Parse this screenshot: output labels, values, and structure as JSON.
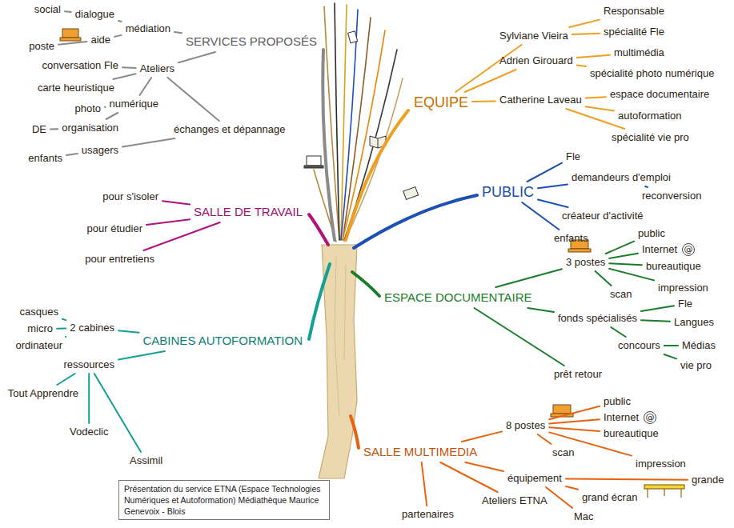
{
  "diagram": {
    "caption": "Présentation du service ETNA (Espace Technologies Numériques et Autoformation) Médiathèque Maurice Genevoix - Blois",
    "nodes": [
      {
        "text": [
          "SERVICES PROPOSÉS"
        ]
      },
      {
        "text": [
          "médiation"
        ]
      },
      {
        "text": [
          "dialogue"
        ]
      },
      {
        "text": [
          "social"
        ]
      },
      {
        "text": [
          "aide"
        ]
      },
      {
        "text": [
          "poste"
        ]
      },
      {
        "text": [
          "Ateliers"
        ]
      },
      {
        "text": [
          "conversation Fle"
        ]
      },
      {
        "text": [
          "carte heuristique"
        ]
      },
      {
        "text": [
          "numérique"
        ]
      },
      {
        "text": [
          "photo"
        ]
      },
      {
        "text": [
          "organisation"
        ]
      },
      {
        "text": [
          "DE"
        ]
      },
      {
        "text": [
          "échanges et dépannage"
        ]
      },
      {
        "text": [
          "usagers"
        ]
      },
      {
        "text": [
          "enfants"
        ]
      },
      {
        "text": [
          "SALLE DE TRAVAIL"
        ]
      },
      {
        "text": [
          "pour s'isoler"
        ]
      },
      {
        "text": [
          "pour étudier"
        ]
      },
      {
        "text": [
          "pour entretiens"
        ]
      },
      {
        "text": [
          "CABINES AUTOFORMATION"
        ]
      },
      {
        "text": [
          "2 cabines"
        ]
      },
      {
        "text": [
          "casques"
        ]
      },
      {
        "text": [
          "micro"
        ]
      },
      {
        "text": [
          "ordinateur"
        ]
      },
      {
        "text": [
          "ressources"
        ]
      },
      {
        "text": [
          "Tout Apprendre"
        ]
      },
      {
        "text": [
          "Vodeclic"
        ]
      },
      {
        "text": [
          "Assimil"
        ]
      },
      {
        "text": [
          "EQUIPE"
        ]
      },
      {
        "text": [
          "Sylviane Vieira"
        ]
      },
      {
        "text": [
          "Responsable"
        ]
      },
      {
        "text": [
          "spécialité Fle"
        ]
      },
      {
        "text": [
          "Adrien Girouard"
        ]
      },
      {
        "text": [
          "multimédia"
        ]
      },
      {
        "text": [
          "spécialité photo numérique"
        ]
      },
      {
        "text": [
          "Catherine Laveau"
        ]
      },
      {
        "text": [
          "espace documentaire"
        ]
      },
      {
        "text": [
          "autoformation"
        ]
      },
      {
        "text": [
          "spécialité vie pro"
        ]
      },
      {
        "text": [
          "PUBLIC"
        ]
      },
      {
        "text": [
          "Fle"
        ]
      },
      {
        "text": [
          "demandeurs d'emploi"
        ]
      },
      {
        "text": [
          "reconversion"
        ]
      },
      {
        "text": [
          "créateur d'activité"
        ]
      },
      {
        "text": [
          "enfants"
        ]
      },
      {
        "text": [
          "ESPACE DOCUMENTAIRE"
        ]
      },
      {
        "text": [
          "3 postes"
        ]
      },
      {
        "text": [
          "public"
        ]
      },
      {
        "text": [
          "Internet"
        ]
      },
      {
        "text": [
          "bureautique"
        ]
      },
      {
        "text": [
          "scan"
        ]
      },
      {
        "text": [
          "impression"
        ]
      },
      {
        "text": [
          "fonds spécialisés"
        ]
      },
      {
        "text": [
          "Fle"
        ]
      },
      {
        "text": [
          "Langues"
        ]
      },
      {
        "text": [
          "concours"
        ]
      },
      {
        "text": [
          "Médias"
        ]
      },
      {
        "text": [
          "vie pro"
        ]
      },
      {
        "text": [
          "prêt retour"
        ]
      },
      {
        "text": [
          "SALLE MULTIMEDIA"
        ]
      },
      {
        "text": [
          "8 postes"
        ]
      },
      {
        "text": [
          "public"
        ]
      },
      {
        "text": [
          "Internet"
        ]
      },
      {
        "text": [
          "bureautique"
        ]
      },
      {
        "text": [
          "scan"
        ]
      },
      {
        "text": [
          "impression"
        ]
      },
      {
        "text": [
          "équipement"
        ]
      },
      {
        "text": [
          "grande"
        ]
      },
      {
        "text": [
          "grand écran"
        ]
      },
      {
        "text": [
          "Mac"
        ]
      },
      {
        "text": [
          "Ateliers ETNA"
        ]
      },
      {
        "text": [
          "partenaires"
        ]
      }
    ],
    "edges": [
      {
        "from": 0,
        "to": 1,
        "arrow": "none"
      },
      {
        "from": 1,
        "to": 2,
        "arrow": "none"
      },
      {
        "from": 2,
        "to": 3,
        "arrow": "none"
      },
      {
        "from": 1,
        "to": 4,
        "arrow": "none"
      },
      {
        "from": 4,
        "to": 5,
        "arrow": "none"
      },
      {
        "from": 0,
        "to": 6,
        "arrow": "none"
      },
      {
        "from": 6,
        "to": 7,
        "arrow": "none"
      },
      {
        "from": 6,
        "to": 8,
        "arrow": "none"
      },
      {
        "from": 6,
        "to": 9,
        "arrow": "none"
      },
      {
        "from": 9,
        "to": 10,
        "arrow": "none"
      },
      {
        "from": 9,
        "to": 11,
        "arrow": "none"
      },
      {
        "from": 11,
        "to": 12,
        "arrow": "none"
      },
      {
        "from": 6,
        "to": 13,
        "arrow": "none"
      },
      {
        "from": 13,
        "to": 14,
        "arrow": "none"
      },
      {
        "from": 14,
        "to": 15,
        "arrow": "none"
      },
      {
        "from": 16,
        "to": 17,
        "arrow": "none"
      },
      {
        "from": 16,
        "to": 18,
        "arrow": "none"
      },
      {
        "from": 16,
        "to": 19,
        "arrow": "none"
      },
      {
        "from": 20,
        "to": 21,
        "arrow": "none"
      },
      {
        "from": 21,
        "to": 22,
        "arrow": "none"
      },
      {
        "from": 21,
        "to": 23,
        "arrow": "none"
      },
      {
        "from": 21,
        "to": 24,
        "arrow": "none"
      },
      {
        "from": 20,
        "to": 25,
        "arrow": "none"
      },
      {
        "from": 25,
        "to": 26,
        "arrow": "none"
      },
      {
        "from": 25,
        "to": 27,
        "arrow": "none"
      },
      {
        "from": 25,
        "to": 28,
        "arrow": "none"
      },
      {
        "from": 29,
        "to": 30,
        "arrow": "none"
      },
      {
        "from": 30,
        "to": 31,
        "arrow": "none"
      },
      {
        "from": 30,
        "to": 32,
        "arrow": "none"
      },
      {
        "from": 29,
        "to": 33,
        "arrow": "none"
      },
      {
        "from": 33,
        "to": 34,
        "arrow": "none"
      },
      {
        "from": 33,
        "to": 35,
        "arrow": "none"
      },
      {
        "from": 29,
        "to": 36,
        "arrow": "none"
      },
      {
        "from": 36,
        "to": 37,
        "arrow": "none"
      },
      {
        "from": 36,
        "to": 38,
        "arrow": "none"
      },
      {
        "from": 36,
        "to": 39,
        "arrow": "none"
      },
      {
        "from": 40,
        "to": 41,
        "arrow": "none"
      },
      {
        "from": 40,
        "to": 42,
        "arrow": "none"
      },
      {
        "from": 42,
        "to": 43,
        "arrow": "none"
      },
      {
        "from": 40,
        "to": 44,
        "arrow": "none"
      },
      {
        "from": 40,
        "to": 45,
        "arrow": "none"
      },
      {
        "from": 46,
        "to": 47,
        "arrow": "none"
      },
      {
        "from": 47,
        "to": 48,
        "arrow": "none"
      },
      {
        "from": 47,
        "to": 49,
        "arrow": "none"
      },
      {
        "from": 47,
        "to": 50,
        "arrow": "none"
      },
      {
        "from": 47,
        "to": 51,
        "arrow": "none"
      },
      {
        "from": 47,
        "to": 52,
        "arrow": "none"
      },
      {
        "from": 46,
        "to": 53,
        "arrow": "none"
      },
      {
        "from": 53,
        "to": 54,
        "arrow": "none"
      },
      {
        "from": 53,
        "to": 55,
        "arrow": "none"
      },
      {
        "from": 53,
        "to": 56,
        "arrow": "none"
      },
      {
        "from": 56,
        "to": 57,
        "arrow": "none"
      },
      {
        "from": 56,
        "to": 58,
        "arrow": "none"
      },
      {
        "from": 46,
        "to": 59,
        "arrow": "none"
      },
      {
        "from": 60,
        "to": 61,
        "arrow": "none"
      },
      {
        "from": 61,
        "to": 62,
        "arrow": "none"
      },
      {
        "from": 61,
        "to": 63,
        "arrow": "none"
      },
      {
        "from": 61,
        "to": 64,
        "arrow": "none"
      },
      {
        "from": 61,
        "to": 65,
        "arrow": "none"
      },
      {
        "from": 61,
        "to": 66,
        "arrow": "none"
      },
      {
        "from": 60,
        "to": 67,
        "arrow": "none"
      },
      {
        "from": 67,
        "to": 68,
        "arrow": "none"
      },
      {
        "from": 67,
        "to": 69,
        "arrow": "none"
      },
      {
        "from": 67,
        "to": 70,
        "arrow": "none"
      },
      {
        "from": 60,
        "to": 71,
        "arrow": "none"
      },
      {
        "from": 60,
        "to": 72,
        "arrow": "none"
      }
    ],
    "labels": [
      "@",
      "@"
    ]
  }
}
